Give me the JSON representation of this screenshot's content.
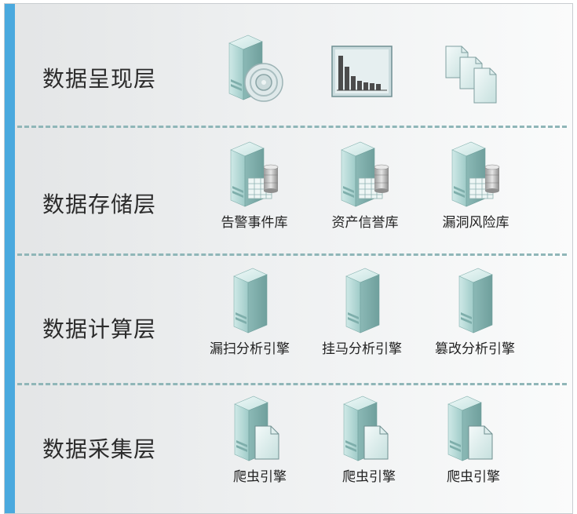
{
  "layers": [
    {
      "title": "数据呈现层",
      "items": [
        {
          "icon": "server-disc-icon",
          "label": ""
        },
        {
          "icon": "bar-chart-monitor-icon",
          "label": ""
        },
        {
          "icon": "stacked-documents-icon",
          "label": ""
        }
      ]
    },
    {
      "title": "数据存储层",
      "items": [
        {
          "icon": "database-server-icon",
          "label": "告警事件库"
        },
        {
          "icon": "database-server-icon",
          "label": "资产信誉库"
        },
        {
          "icon": "database-server-icon",
          "label": "漏洞风险库"
        }
      ]
    },
    {
      "title": "数据计算层",
      "items": [
        {
          "icon": "server-icon",
          "label": "漏扫分析引擎"
        },
        {
          "icon": "server-icon",
          "label": "挂马分析引擎"
        },
        {
          "icon": "server-icon",
          "label": "篡改分析引擎"
        }
      ]
    },
    {
      "title": "数据采集层",
      "items": [
        {
          "icon": "server-document-icon",
          "label": "爬虫引擎"
        },
        {
          "icon": "server-document-icon",
          "label": "爬虫引擎"
        },
        {
          "icon": "server-document-icon",
          "label": "爬虫引擎"
        }
      ]
    }
  ],
  "colors": {
    "accent": "#4aa9de",
    "divider": "#8fb6b8",
    "server": "#bfe0de"
  }
}
